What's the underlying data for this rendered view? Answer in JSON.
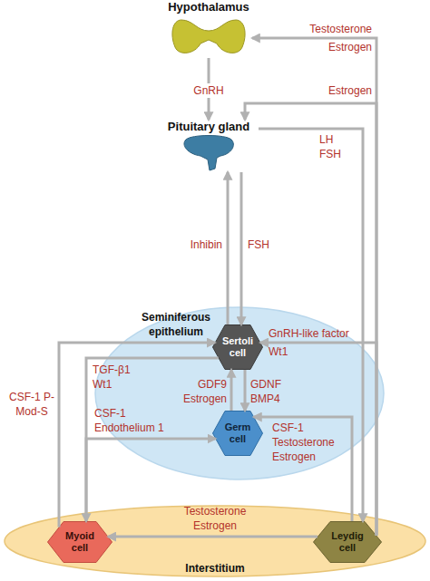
{
  "diagram": {
    "nodes": [
      {
        "text": [
          "Hypothalamus"
        ]
      },
      {
        "text": [
          "Pituitary gland"
        ]
      },
      {
        "text": [
          "Seminiferous epithelium"
        ]
      },
      {
        "text": [
          "Sertoli cell"
        ],
        "in": 2
      },
      {
        "text": [
          "Germ cell"
        ],
        "in": 2
      },
      {
        "text": [
          "Interstitium"
        ]
      },
      {
        "text": [
          "Myoid cell"
        ],
        "in": 5
      },
      {
        "text": [
          "Leydig cell"
        ],
        "in": 5
      }
    ],
    "edges": [
      {
        "from": 0,
        "to": 1,
        "label": "GnRH",
        "arrow": "to"
      },
      {
        "from": 7,
        "to": 0,
        "label": "Testosterone Estrogen",
        "arrow": "to"
      },
      {
        "from": 7,
        "to": 1,
        "label": "Estrogen",
        "arrow": "to"
      },
      {
        "from": 1,
        "to": 7,
        "label": "LH FSH",
        "arrow": "to"
      },
      {
        "from": 3,
        "to": 1,
        "label": "Inhibin",
        "arrow": "to"
      },
      {
        "from": 1,
        "to": 3,
        "label": "FSH",
        "arrow": "to"
      },
      {
        "from": 7,
        "to": 3,
        "label": "GnRH-like factor Wt1",
        "arrow": "to"
      },
      {
        "from": 3,
        "to": 6,
        "label": "TGF-β1 Wt1",
        "arrow": "to"
      },
      {
        "from": 6,
        "to": 3,
        "label": "CSF-1 P-Mod-S",
        "arrow": "to"
      },
      {
        "from": 4,
        "to": 3,
        "label": "GDF9 Estrogen",
        "arrow": "to"
      },
      {
        "from": 3,
        "to": 4,
        "label": "GDNF BMP4",
        "arrow": "to"
      },
      {
        "from": 6,
        "to": 4,
        "label": "CSF-1 Endothelium 1",
        "arrow": "to"
      },
      {
        "from": 7,
        "to": 4,
        "label": "CSF-1 Testosterone Estrogen",
        "arrow": "to"
      },
      {
        "from": 7,
        "to": 6,
        "label": "Testosterone Estrogen",
        "arrow": "to"
      }
    ]
  }
}
